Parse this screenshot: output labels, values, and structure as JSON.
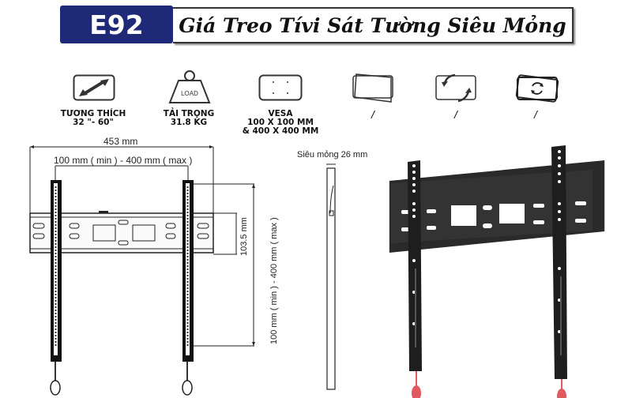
{
  "header": {
    "model_code": "E92",
    "title": "Giá Treo Tívi Sát Tường Siêu Mỏng",
    "badge_color": "#1e2a78"
  },
  "features": [
    {
      "icon": "diagonal-size-icon",
      "label": "TƯƠNG THÍCH\n32 \"- 60\""
    },
    {
      "icon": "load-weight-icon",
      "icon_text": "LOAD",
      "label": "TẢI TRỌNG\n31.8 KG"
    },
    {
      "icon": "vesa-pattern-icon",
      "label": "VESA\n100 X 100 MM\n& 400 X 400 MM"
    },
    {
      "icon": "tilt-icon",
      "label": "/"
    },
    {
      "icon": "swivel-icon",
      "label": "/"
    },
    {
      "icon": "rotate-icon",
      "label": "/"
    }
  ],
  "diagram": {
    "width_total": "453 mm",
    "vesa_horizontal": "100 mm ( min ) - 400 mm ( max )",
    "plate_height": "103.5 mm",
    "vesa_vertical": "100 mm ( min ) - 400 mm ( max )",
    "profile_label": "Siêu mỏng 26 mm"
  },
  "photo": {
    "bracket_color": "#2a2a2a",
    "lock_color": "#e05a5f"
  }
}
